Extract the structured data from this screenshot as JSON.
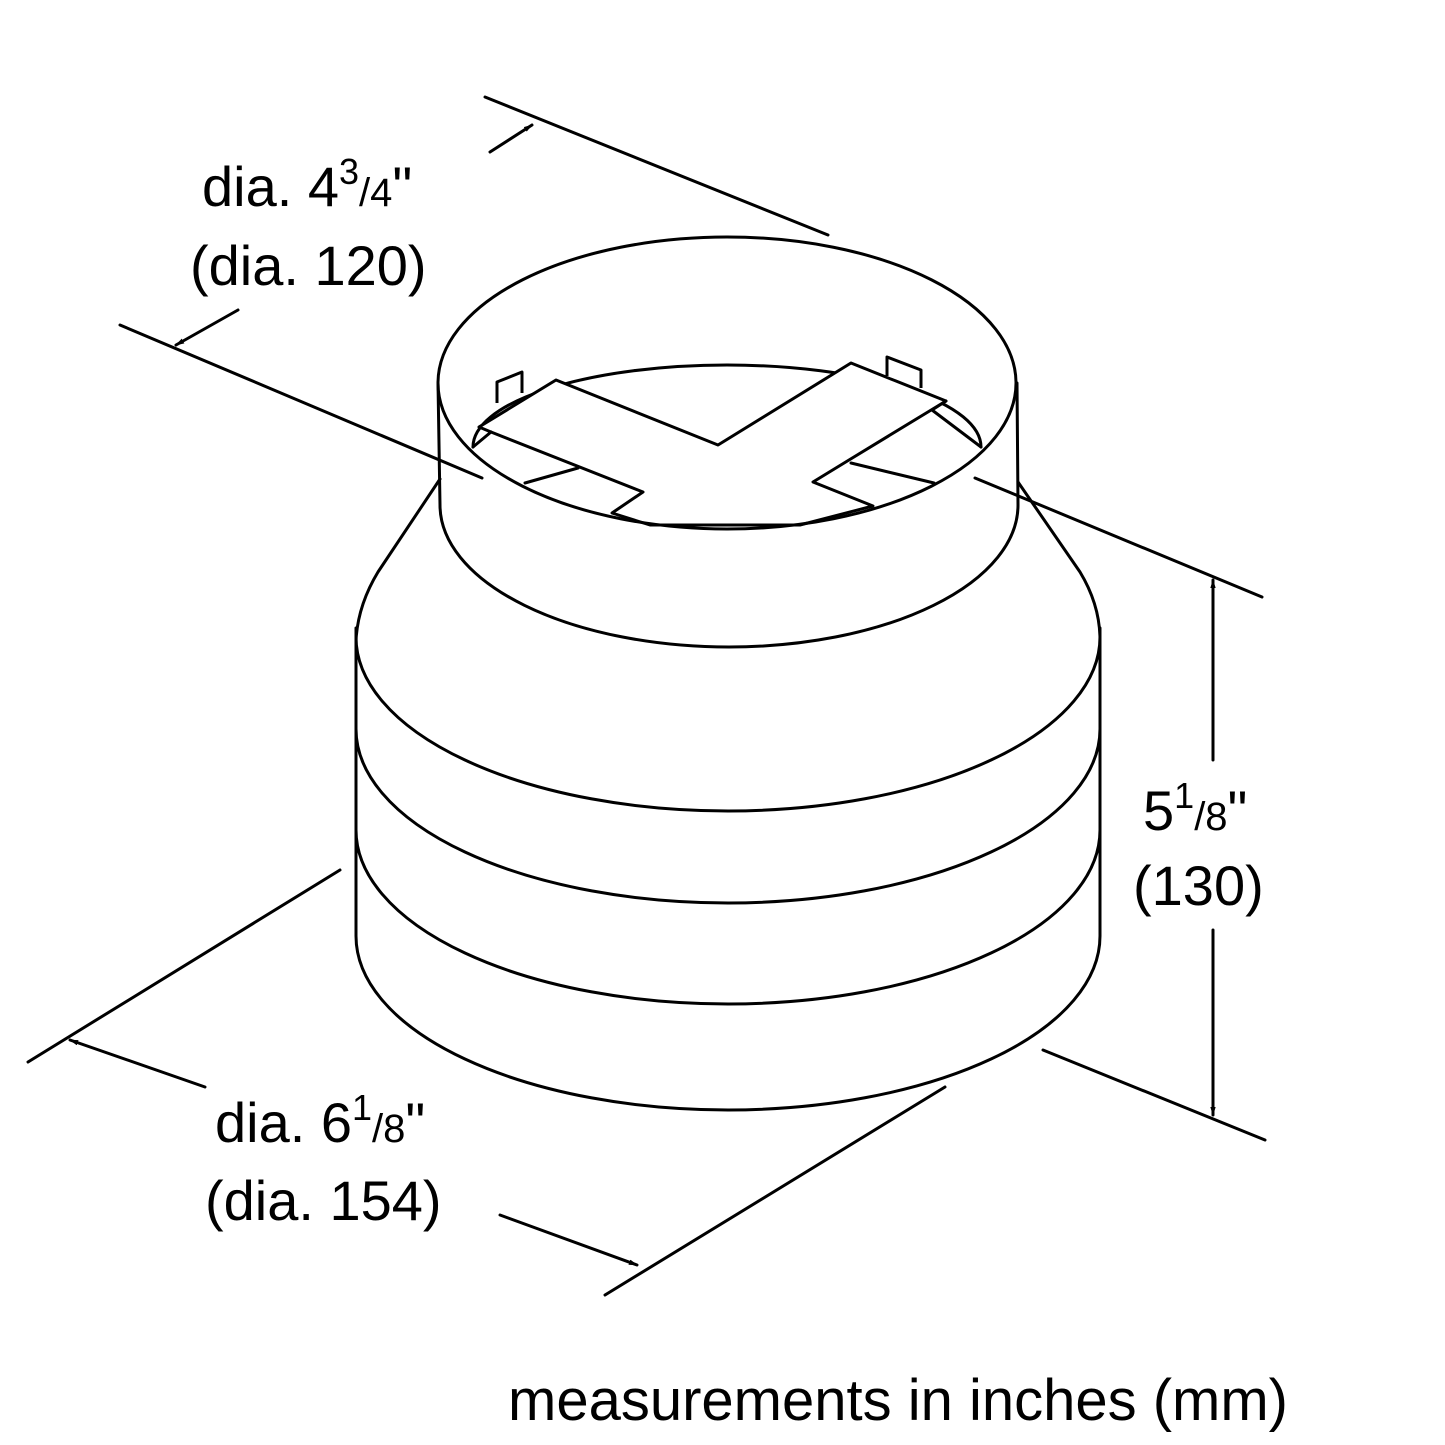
{
  "diagram": {
    "colors": {
      "line": "#000000",
      "background": "#ffffff"
    },
    "top_diameter": {
      "whole": "dia. 4",
      "numerator": "3",
      "denominator": "/4",
      "unit_mark": "\"",
      "metric": "(dia. 120)"
    },
    "height": {
      "whole": "5",
      "numerator": "1",
      "denominator": "/8",
      "unit_mark": "\"",
      "metric": "(130)"
    },
    "bottom_diameter": {
      "whole": "dia. 6",
      "numerator": "1",
      "denominator": "/8",
      "unit_mark": "\"",
      "metric": "(dia. 154)"
    },
    "note": "measurements in inches (mm)"
  }
}
